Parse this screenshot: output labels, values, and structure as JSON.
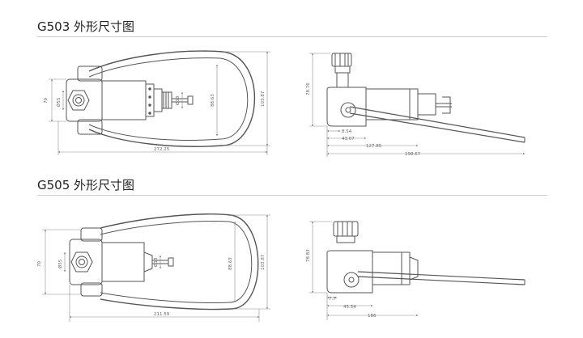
{
  "sections": [
    {
      "title": "G503 外形尺寸图",
      "front_dims": {
        "height_left": "70",
        "nut_diameter": "Ø55",
        "pin_diameter": "Ø13",
        "loop_inner": "88.63",
        "loop_outer": "103.87",
        "overall_width": "272.25"
      },
      "side_dims": {
        "height": "78.76",
        "d1": "8.54",
        "d2": "43.07",
        "d3": "127.85",
        "d4": "198.67"
      }
    },
    {
      "title": "G505 外形尺寸图",
      "front_dims": {
        "height_left": "70",
        "nut_diameter": "Ø55",
        "pin_diameter": "Ø13",
        "loop_inner": "88.63",
        "loop_outer": "103.87",
        "overall_width": "211.59"
      },
      "side_dims": {
        "height": "78.83",
        "d1": "7.7",
        "d2": "45.54",
        "d3": "186"
      }
    }
  ],
  "colors": {
    "line": "#555555",
    "dim": "#8a8a8a",
    "rule": "#cfcfcf",
    "text": "#222222"
  }
}
